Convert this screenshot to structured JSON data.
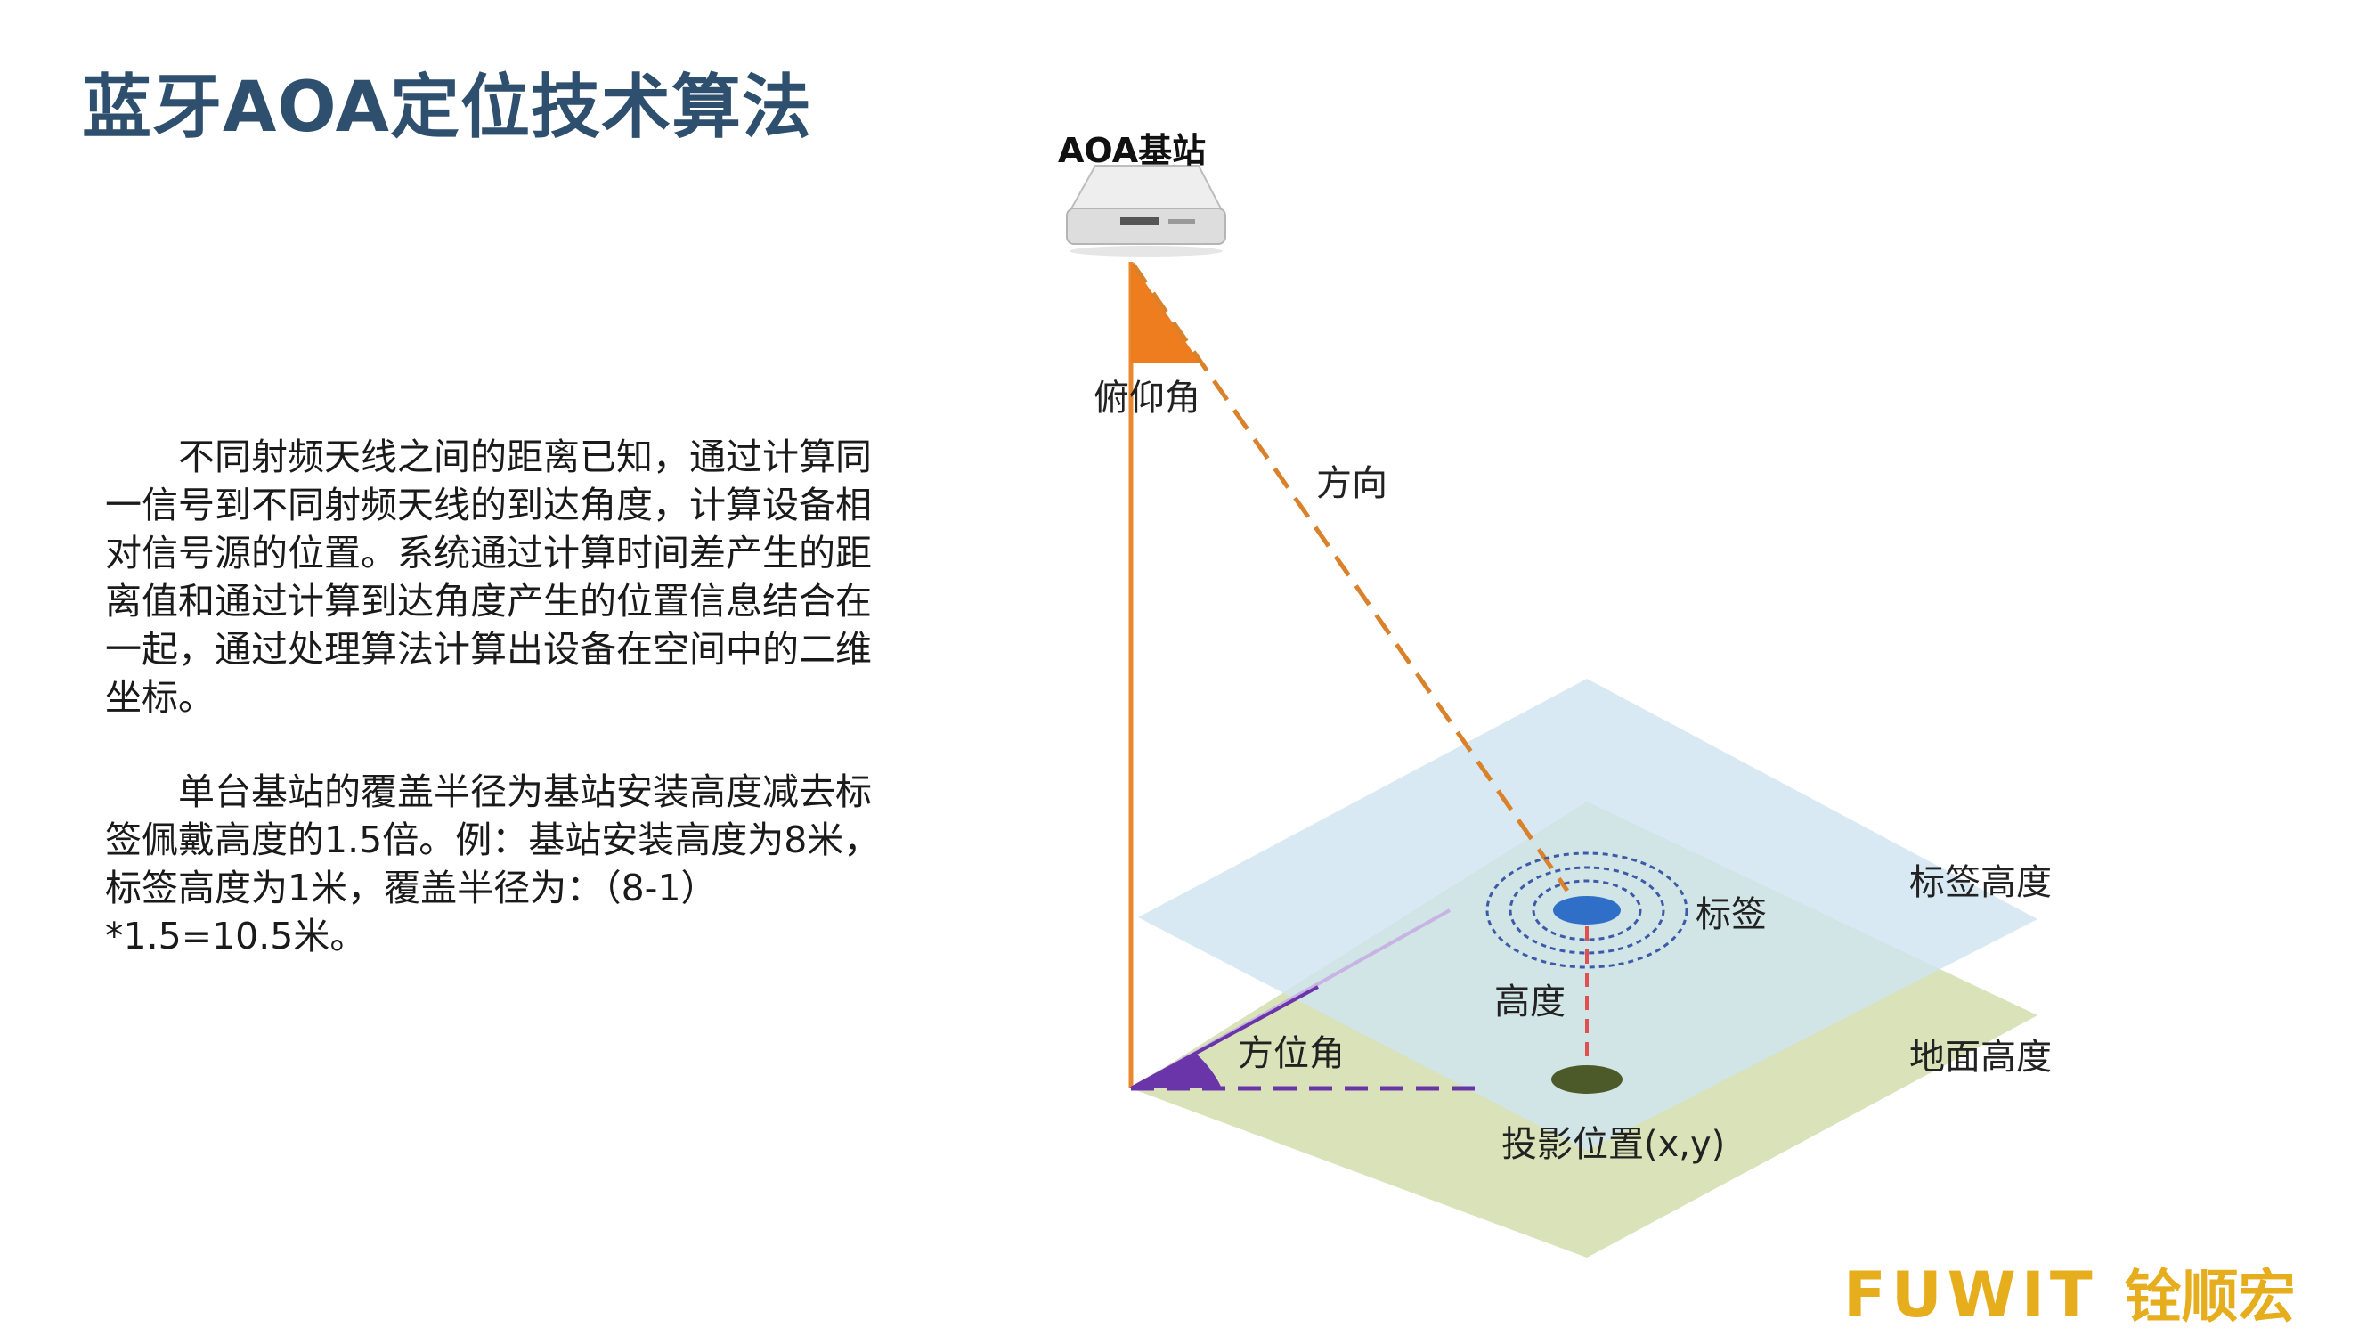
{
  "slide": {
    "title": "蓝牙AOA定位技术算法",
    "paragraph1": "不同射频天线之间的距离已知，通过计算同一信号到不同射频天线的到达角度，计算设备相对信号源的位置。系统通过计算时间差产生的距离值和通过计算到达角度产生的位置信息结合在一起，通过处理算法计算出设备在空间中的二维坐标。",
    "paragraph2": "单台基站的覆盖半径为基站安装高度减去标签佩戴高度的1.5倍。例：基站安装高度为8米，标签高度为1米，覆盖半径为：（8-1）*1.5=10.5米。"
  },
  "diagram": {
    "station_label": "AOA基站",
    "elevation_label": "俯仰角",
    "direction_label": "方向",
    "tag_label": "标签",
    "tag_height_label": "标签高度",
    "height_label": "高度",
    "azimuth_label": "方位角",
    "ground_height_label": "地面高度",
    "projection_label": "投影位置(x,y)",
    "colors": {
      "vertical_line": "#e8892f",
      "elevation_angle": "#ed7d1f",
      "azimuth_angle": "#6a35a8",
      "tag_plane": "#d6e9f2",
      "ground_plane": "#d9e2b8",
      "tag": "#2f6fc8",
      "projection": "#4b5a28",
      "height_line": "#e05050"
    }
  },
  "logo": {
    "english": "FUWIT",
    "chinese": "铨顺宏"
  }
}
